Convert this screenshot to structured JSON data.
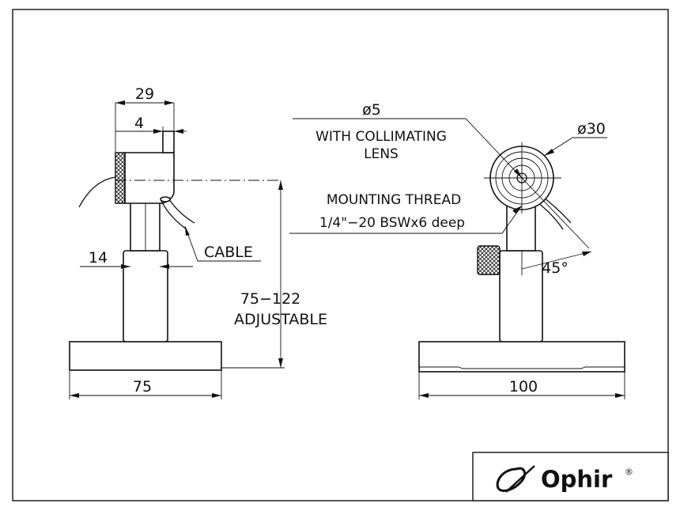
{
  "left_view": {
    "dim_width_top": "29",
    "dim_small": "4",
    "dim_post": "14",
    "cable_label": "CABLE",
    "height_range": "75−122",
    "height_note": "ADJUSTABLE",
    "dim_base": "75"
  },
  "right_view": {
    "aperture_dim": "ø5",
    "collimating_line1": "WITH COLLIMATING",
    "collimating_line2": "LENS",
    "body_dim": "ø30",
    "thread_line1": "MOUNTING THREAD",
    "thread_line2": "1/4\"−20 BSWx6 deep",
    "angle_dim": "45°",
    "dim_base": "100"
  },
  "logo": {
    "brand": "Ophir",
    "registered": "®"
  }
}
